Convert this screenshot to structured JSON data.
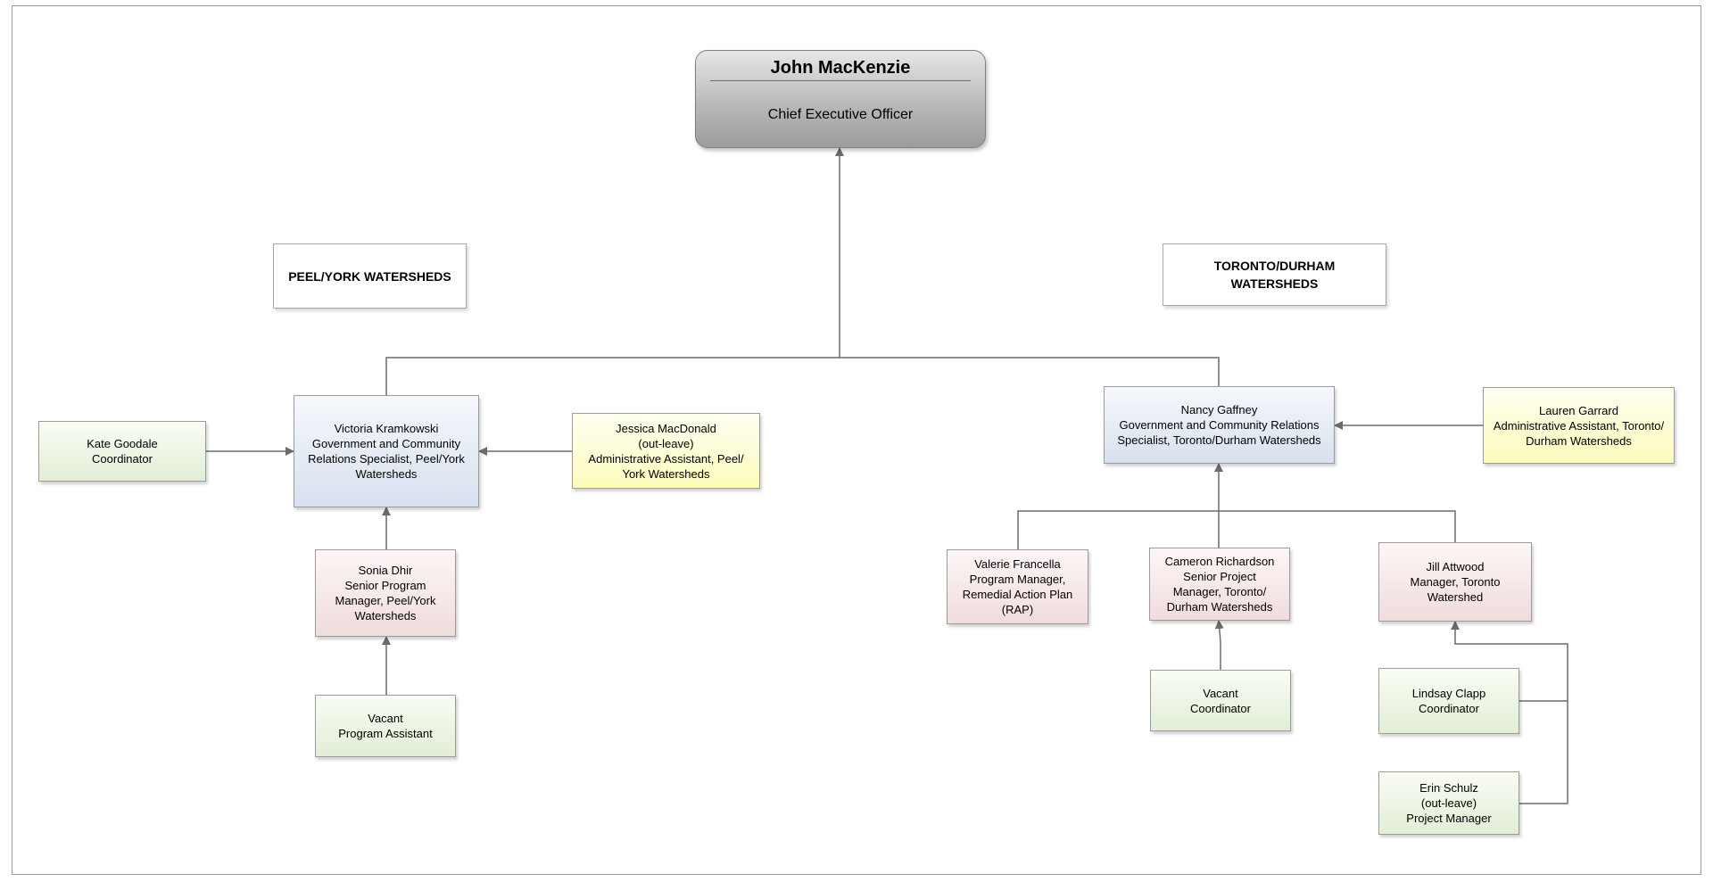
{
  "ceo": {
    "name": "John MacKenzie",
    "title": "Chief Executive Officer"
  },
  "regions": {
    "peel_york": "PEEL/YORK WATERSHEDS",
    "toronto_durham": "TORONTO/DURHAM\nWATERSHEDS"
  },
  "people": {
    "victoria": "Victoria Kramkowski\nGovernment and Community\nRelations Specialist, Peel/York\nWatersheds",
    "kate": "Kate Goodale\nCoordinator",
    "jessica": "Jessica MacDonald\n(out-leave)\nAdministrative Assistant, Peel/\nYork Watersheds",
    "sonia": "Sonia Dhir\nSenior Program\nManager, Peel/York\nWatersheds",
    "vacant_pa": "Vacant\nProgram Assistant",
    "nancy": "Nancy Gaffney\nGovernment and Community Relations\nSpecialist, Toronto/Durham Watersheds",
    "lauren": "Lauren Garrard\nAdministrative Assistant, Toronto/\nDurham Watersheds",
    "valerie": "Valerie Francella\nProgram Manager,\nRemedial Action Plan\n(RAP)",
    "cameron": "Cameron Richardson\nSenior Project\nManager, Toronto/\nDurham Watersheds",
    "jill": "Jill Attwood\nManager, Toronto\nWatershed",
    "vacant_coord": "Vacant\nCoordinator",
    "lindsay": "Lindsay Clapp\nCoordinator",
    "erin": "Erin Schulz\n(out-leave)\nProject Manager"
  }
}
